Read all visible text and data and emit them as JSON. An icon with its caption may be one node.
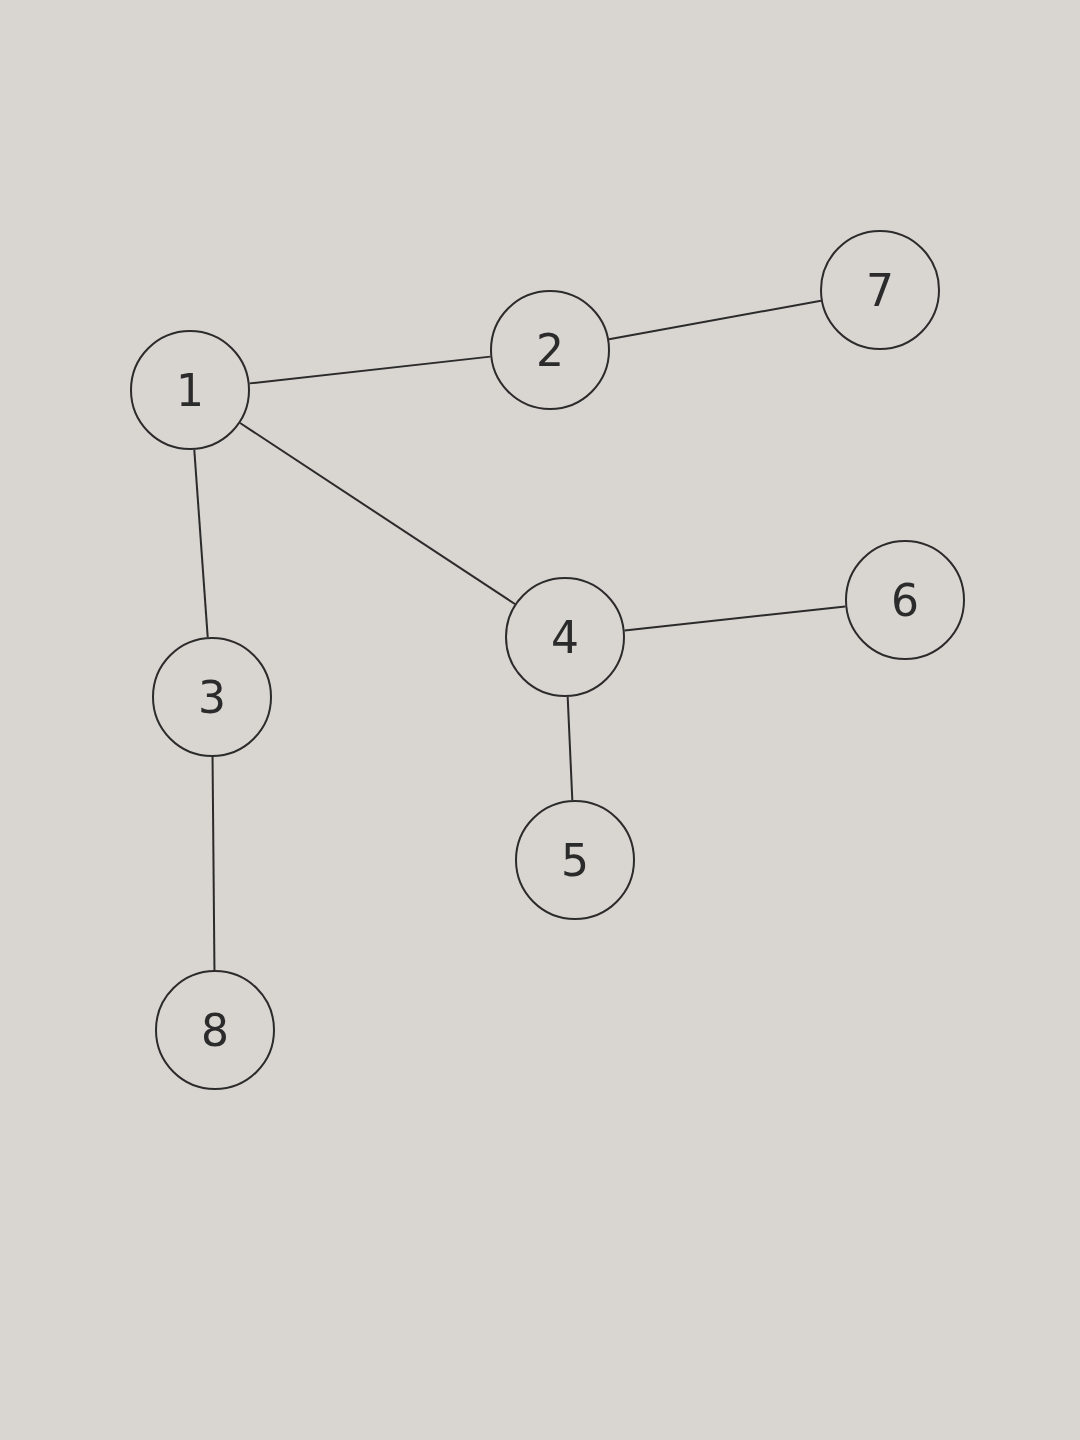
{
  "diagram": {
    "nodes": [
      {
        "text": [
          "1"
        ]
      },
      {
        "text": [
          "2"
        ]
      },
      {
        "text": [
          "7"
        ]
      },
      {
        "text": [
          "3"
        ]
      },
      {
        "text": [
          "4"
        ]
      },
      {
        "text": [
          "6"
        ]
      },
      {
        "text": [
          "5"
        ]
      },
      {
        "text": [
          "8"
        ]
      }
    ],
    "edges": [
      {
        "from": 0,
        "to": 1,
        "arrow": "none"
      },
      {
        "from": 1,
        "to": 2,
        "arrow": "none"
      },
      {
        "from": 0,
        "to": 3,
        "arrow": "none"
      },
      {
        "from": 0,
        "to": 4,
        "arrow": "none"
      },
      {
        "from": 4,
        "to": 5,
        "arrow": "none"
      },
      {
        "from": 4,
        "to": 6,
        "arrow": "none"
      },
      {
        "from": 3,
        "to": 7,
        "arrow": "none"
      }
    ]
  }
}
